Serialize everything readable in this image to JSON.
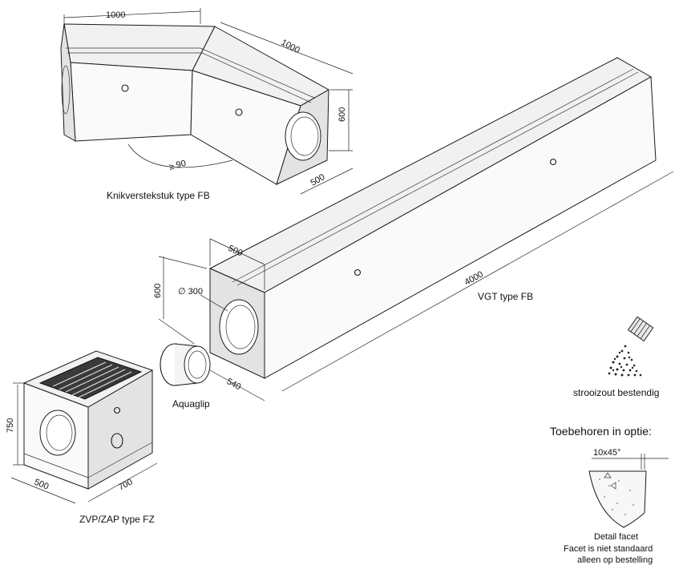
{
  "labels": {
    "knik": "Knikverstekstuk type FB",
    "vgt": "VGT type FB",
    "aquaglip": "Aquaglip",
    "zvp": "ZVP/ZAP type FZ",
    "strooizout": "strooizout bestendig",
    "toebehoren": "Toebehoren in optie:",
    "detail_facet": "Detail facet",
    "facet_note_1": "Facet is niet standaard",
    "facet_note_2": "alleen op bestelling"
  },
  "dimensions": {
    "knik_len_a": "1000",
    "knik_len_b": "1000",
    "knik_height": "600",
    "knik_width": "500",
    "knik_angle": "≥ 90",
    "vgt_width_top": "500",
    "vgt_height": "600",
    "vgt_diameter": "∅ 300",
    "vgt_length": "4000",
    "vgt_width_bottom": "540",
    "zvp_height": "750",
    "zvp_width": "500",
    "zvp_depth": "700",
    "facet": "10x45°"
  },
  "colors": {
    "line": "#1a1a1a",
    "face_light": "#fafafa",
    "face_mid": "#f1f1f1",
    "face_dark": "#e3e3e3",
    "grate": "#2a2a2a"
  }
}
